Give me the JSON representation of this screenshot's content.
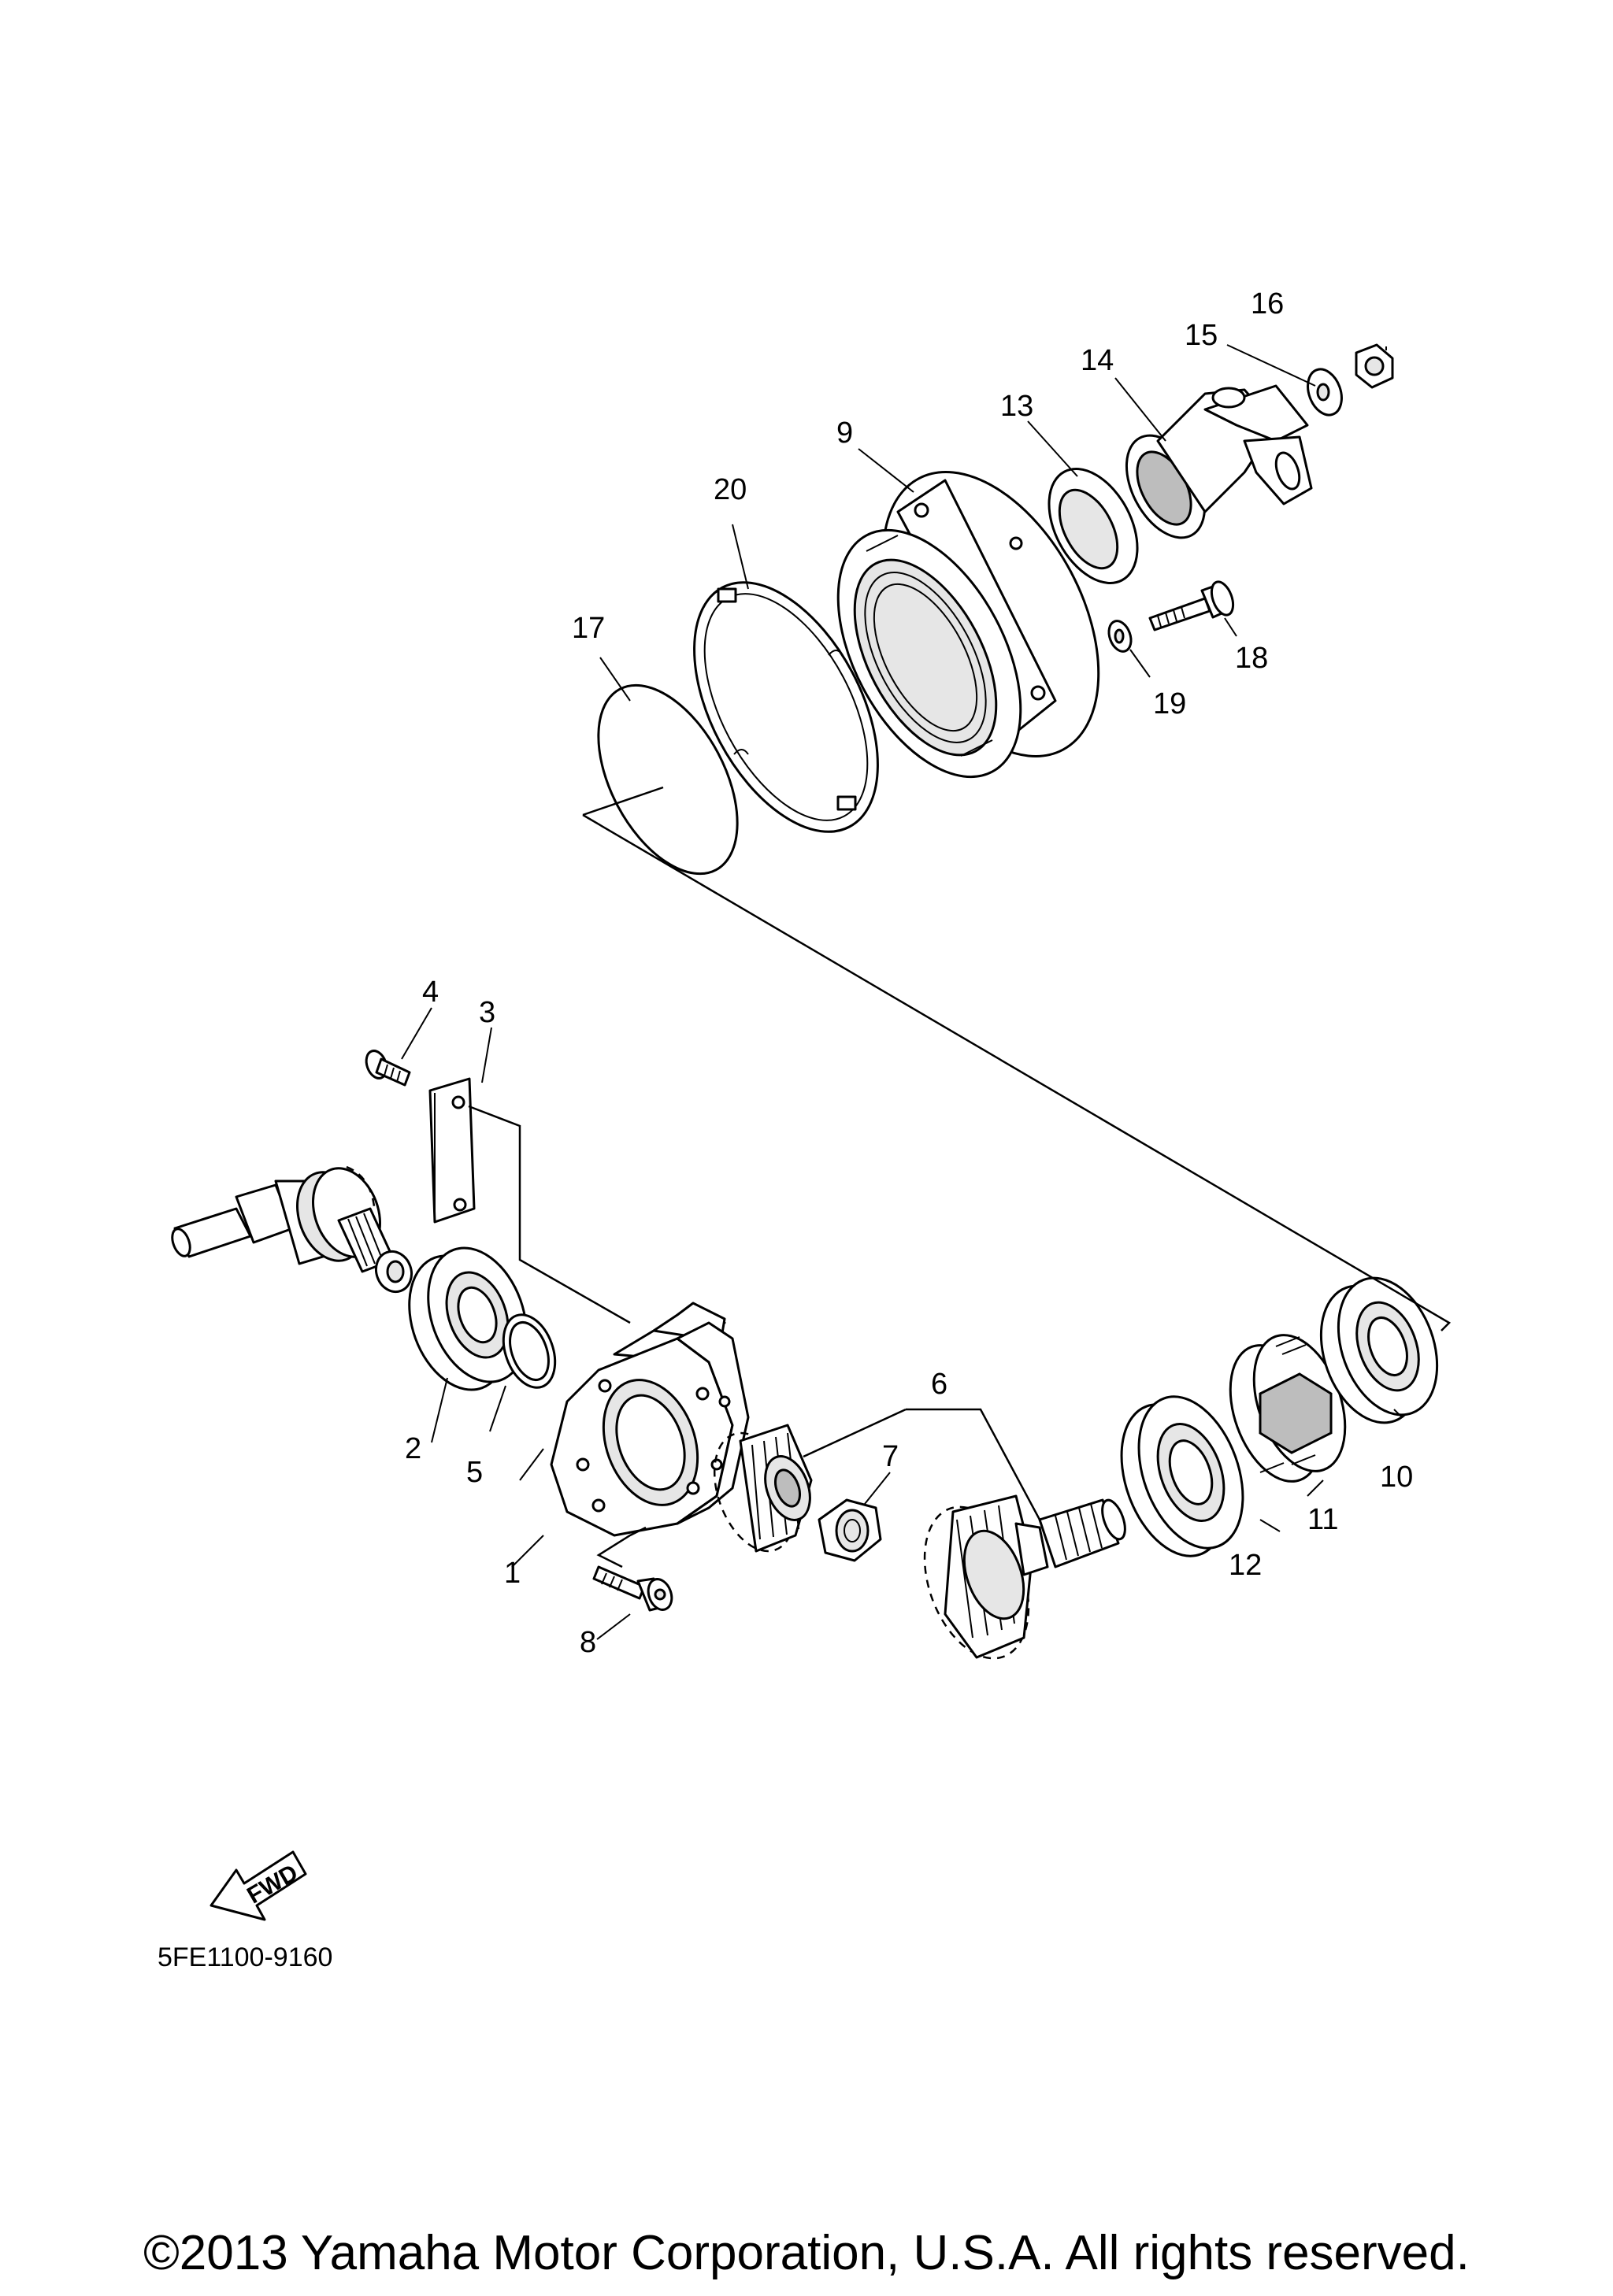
{
  "diagram": {
    "part_labels": [
      "1",
      "2",
      "3",
      "4",
      "5",
      "6",
      "7",
      "8",
      "9",
      "10",
      "11",
      "12",
      "13",
      "14",
      "15",
      "16",
      "17",
      "18",
      "19",
      "20"
    ],
    "fwd_label": "FWD",
    "drawing_code": "5FE1100-9160",
    "copyright": "©2013 Yamaha Motor Corporation, U.S.A. All rights reserved."
  }
}
